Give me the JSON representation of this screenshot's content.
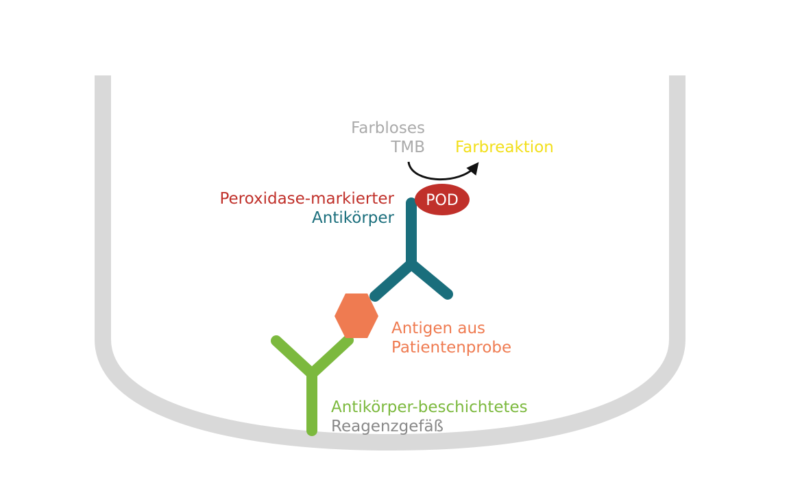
{
  "labels": {
    "tmb_line1": "Farbloses",
    "tmb_line2": "TMB",
    "color_reaction": "Farbreaktion",
    "pod": "POD",
    "labeled_antibody_line1": "Peroxidase-markierter",
    "labeled_antibody_line2": "Antikörper",
    "antigen_line1": "Antigen aus",
    "antigen_line2": "Patientenprobe",
    "coated_vessel_line1": "Antikörper-beschichtetes",
    "coated_vessel_line2": "Reagenzgefäß"
  },
  "colors": {
    "vessel": "#d9d9d9",
    "tmb_text": "#aaaaaa",
    "color_reaction": "#f2df1a",
    "pod_fill": "#c0302a",
    "labeled_antibody_label": "#c0302a",
    "detection_antibody": "#1a6e7c",
    "antigen": "#ef7b51",
    "capture_antibody": "#7cb93e",
    "vessel_label": "#888888",
    "arrow": "#111111"
  }
}
